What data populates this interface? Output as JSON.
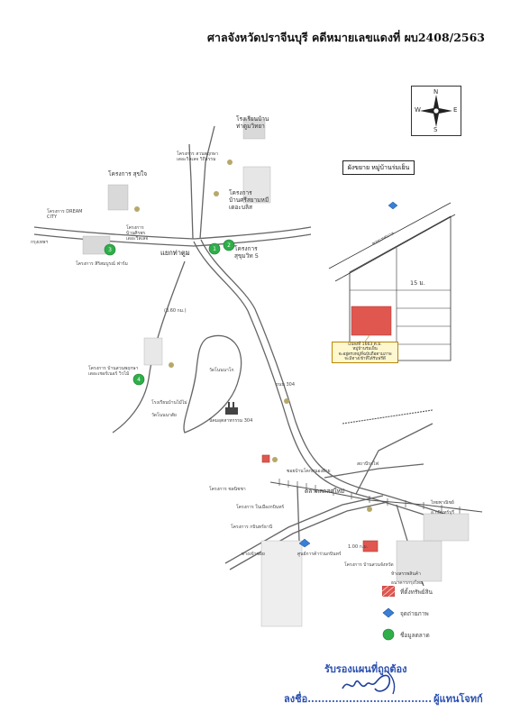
{
  "header": {
    "title": "ศาลจังหวัดปราจีนบุรี  คดีหมายเลขแดงที่ ผบ2408/2563"
  },
  "compass": {
    "n": "N",
    "s": "S",
    "e": "E",
    "w": "W"
  },
  "map": {
    "labels": {
      "school": "โรงเรียนบ้าน\nท่าตูมวิทยา",
      "suk_chai": "โครงการ สุขใจ",
      "pan_khong": "โครงการ สวนพฤกษา\nเดอะวิลเลจ วิถีธรรม",
      "dream": "โครงการ DREAM\nCITY",
      "to_bangkok": "กรุงเทพฯ",
      "sripanom": "โครงการ\nบ้านศิรพร\nเดอะวิลเลจ",
      "intersection": "แยกท่าตูม",
      "pruksa_sirin": "โครงการ\nบ้านศรีสยามหมี\nเดอะบลิส",
      "kanok": "โครงการ\nสุขุมวิท 5",
      "sirisuk": "โครงการ สิริสมบูรณ์ ฟาร์ม",
      "ban_sang": "(3.60 กม.)",
      "pruksa": "โครงการ บ้านสวนพฤกษา\nเดอะเชอร์เนอร์ วิวไม้",
      "ban_na": "วัดโนนนาโก",
      "school2": "โรงเรียนบ้านไม้ไม่",
      "wat": "วัดโนนนาสัย",
      "factory": "นิคมอุตสาหกรรม 304",
      "road_304": "ถนน 304",
      "market": "ตลาดสดสดใหม่",
      "project_a": "โครงการ ชลนิชชา",
      "project_b": "โครงการ ในเมืองกบินทร์",
      "project_c": "โครงการ กบินทร์ธานี",
      "thai_bank": "ไทยพาณิชย์",
      "kabin": "อ.กบินทร์บุรี",
      "distance": "1.00 ก.ม.",
      "tesco": "โครงการ บ้านสวนจังหวัด",
      "center": "ศูนย์การค้าร่วมกบินทร์",
      "road_ext": "ทางเข้าซอย",
      "soi": "ซอยบ้านโคกหนองฝ้าย",
      "station": "สถานีรถไฟ",
      "mall": "ห้างสรรพสินค้า",
      "bank": "ธนาคารกรุงไทย"
    },
    "inset": {
      "title": "ผังขยาย หมู่บ้านร่มเย็น",
      "road": "ซอยเทศบาล",
      "distance": "15 ม.",
      "note": "แปลงที่ 1663 ต.ม.\nหมู่บ้านร่มเย็น\nจะอยู่ตรงหมู่ที่ฉบับถือตามภาพ\nจะมีทางเข้าที่ได้รับฟรีดี"
    },
    "markers": [
      "1",
      "2",
      "3",
      "4"
    ]
  },
  "legend": {
    "items": [
      {
        "label": "ที่ตั้งทรัพย์สิน",
        "color": "#e0574f"
      },
      {
        "label": "จุดถ่ายภาพ",
        "color": "#3a7fd5"
      },
      {
        "label": "ชื่อมูลตลาด",
        "color": "#2fae4a"
      }
    ]
  },
  "footer": {
    "certify": "รับรองแผนที่ถูกต้อง",
    "sign_label": "ลงชื่อ",
    "dots": "....................................",
    "role": "ผู้แทนโจทก์"
  }
}
